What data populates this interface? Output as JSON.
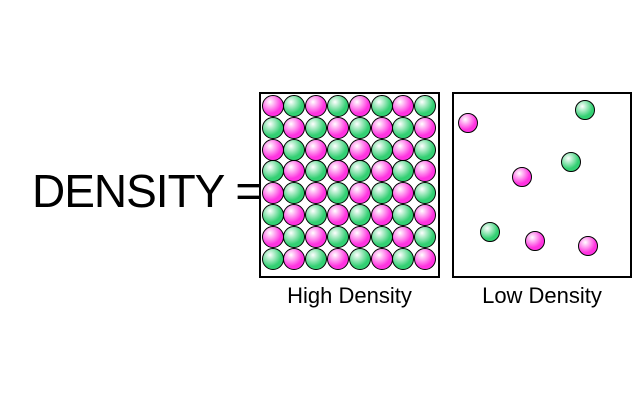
{
  "title": "DENSITY =",
  "colors": {
    "magenta_particle": "#ff33e0",
    "green_particle": "#33d073",
    "outline": "#000000",
    "background": "#ffffff"
  },
  "high_density": {
    "label": "High Density",
    "grid_rows": 8,
    "grid_cols": 8,
    "pattern": "checkerboard"
  },
  "low_density": {
    "label": "Low Density",
    "particles": [
      {
        "color": "magenta"
      },
      {
        "color": "green"
      },
      {
        "color": "green"
      },
      {
        "color": "magenta"
      },
      {
        "color": "green"
      },
      {
        "color": "magenta"
      },
      {
        "color": "magenta"
      }
    ]
  }
}
